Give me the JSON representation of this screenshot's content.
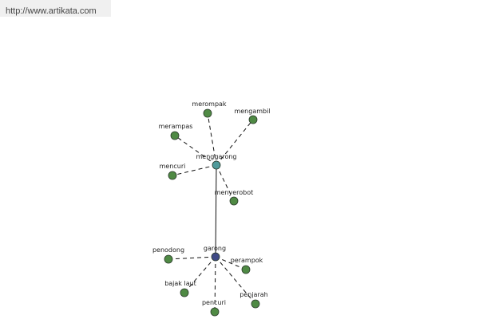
{
  "header": {
    "url_text": "http://www.artikata.com"
  },
  "graph": {
    "colors": {
      "leaf_fill": "#4f8a44",
      "hub_fill": "#4f9a9a",
      "root_fill": "#3f4a86",
      "node_stroke": "#2a3a2a",
      "edge": "#111111"
    },
    "nodes": [
      {
        "id": "menggarong",
        "label": "menggarong",
        "kind": "hub"
      },
      {
        "id": "garong",
        "label": "garong",
        "kind": "root"
      },
      {
        "id": "merompak",
        "label": "merompak",
        "kind": "leaf"
      },
      {
        "id": "mengambil",
        "label": "mengambil",
        "kind": "leaf"
      },
      {
        "id": "merampas",
        "label": "merampas",
        "kind": "leaf"
      },
      {
        "id": "mencuri",
        "label": "mencuri",
        "kind": "leaf"
      },
      {
        "id": "menyerobot",
        "label": "menyerobot",
        "kind": "leaf"
      },
      {
        "id": "penodong",
        "label": "penodong",
        "kind": "leaf"
      },
      {
        "id": "perampok",
        "label": "perampok",
        "kind": "leaf"
      },
      {
        "id": "bajak-laut",
        "label": "bajak laut",
        "kind": "leaf"
      },
      {
        "id": "penjarah",
        "label": "penjarah",
        "kind": "leaf"
      },
      {
        "id": "pencuri",
        "label": "pencuri",
        "kind": "leaf"
      }
    ],
    "edges": [
      {
        "from": "menggarong",
        "to": "merompak",
        "style": "dashed"
      },
      {
        "from": "menggarong",
        "to": "mengambil",
        "style": "dashed"
      },
      {
        "from": "menggarong",
        "to": "merampas",
        "style": "dashed"
      },
      {
        "from": "menggarong",
        "to": "mencuri",
        "style": "dashed"
      },
      {
        "from": "menggarong",
        "to": "menyerobot",
        "style": "dashed"
      },
      {
        "from": "menggarong",
        "to": "garong",
        "style": "solid"
      },
      {
        "from": "garong",
        "to": "penodong",
        "style": "dashed"
      },
      {
        "from": "garong",
        "to": "perampok",
        "style": "dashed"
      },
      {
        "from": "garong",
        "to": "bajak-laut",
        "style": "dashed"
      },
      {
        "from": "garong",
        "to": "penjarah",
        "style": "dashed"
      },
      {
        "from": "garong",
        "to": "pencuri",
        "style": "dashed"
      }
    ]
  }
}
